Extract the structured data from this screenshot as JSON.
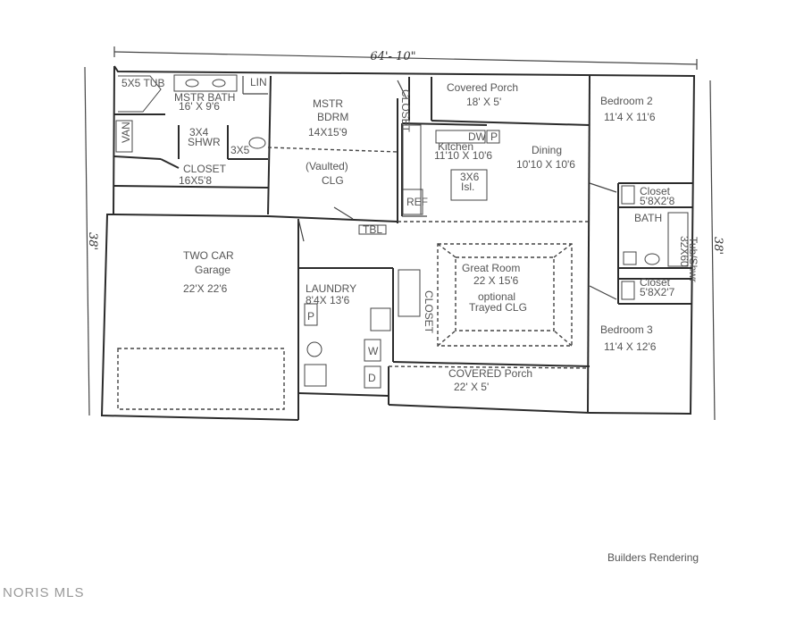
{
  "dimensions": {
    "width": "64'- 10\"",
    "depth_left": "38'",
    "depth_right": "38'"
  },
  "rooms": {
    "tub": "5X5 TUB",
    "mstr_bath": [
      "MSTR BATH",
      "16' X 9'6"
    ],
    "lin": "LIN",
    "van": "VAN",
    "shower": [
      "3X4",
      "SHWR"
    ],
    "wc": "3X5",
    "closet_master": [
      "CLOSET",
      "16X5'8"
    ],
    "mstr_bdrm": [
      "MSTR",
      "BDRM",
      "14X15'9"
    ],
    "vaulted": [
      "(Vaulted)",
      "CLG"
    ],
    "closet_entry": "CLOSET",
    "covered_porch_rear": [
      "Covered Porch",
      "18' X 5'"
    ],
    "kitchen": [
      "Kitchen",
      "11'10 X 10'6"
    ],
    "dw": "DW",
    "pantry": "P",
    "ref": "REF",
    "island": [
      "3X6",
      "Isl."
    ],
    "dining": [
      "Dining",
      "10'10 X 10'6"
    ],
    "bedroom2": [
      "Bedroom 2",
      "11'4 X 11'6"
    ],
    "closet_b2": [
      "Closet",
      "5'8X2'8"
    ],
    "bath": [
      "BATH",
      "32X60",
      "Tub/Shwr"
    ],
    "closet_b3": [
      "Closet",
      "5'8X2'7"
    ],
    "bedroom3": [
      "Bedroom 3",
      "11'4 X 12'6"
    ],
    "tbl": "TBL",
    "garage": [
      "TWO CAR",
      "Garage",
      "22'X 22'6"
    ],
    "laundry": [
      "LAUNDRY",
      "8'4X 13'6"
    ],
    "laundry_p": "P",
    "laundry_w": "W",
    "laundry_d": "D",
    "closet_gr": "CLOSET",
    "great_room": [
      "Great Room",
      "22 X 15'6",
      "optional",
      "Trayed CLG"
    ],
    "covered_porch_front": [
      "COVERED Porch",
      "22' X 5'"
    ]
  },
  "caption": "Builders Rendering",
  "watermark": "NORIS MLS"
}
